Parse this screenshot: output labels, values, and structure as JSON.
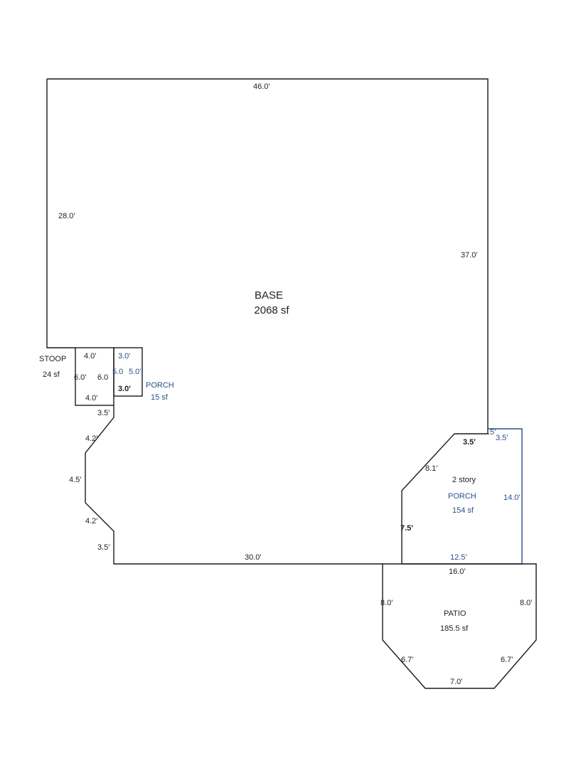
{
  "colors": {
    "black_line": "#1a1a1a",
    "blue_line": "#2a4f8a",
    "text": "#222222",
    "background": "#ffffff"
  },
  "areas": {
    "base": {
      "name": "BASE",
      "sf": "2068 sf"
    },
    "stoop": {
      "name": "STOOP",
      "sf": "24 sf"
    },
    "porch_small": {
      "name": "PORCH",
      "sf": "15 sf"
    },
    "porch_2story": {
      "story": "2 story",
      "name": "PORCH",
      "sf": "154 sf"
    },
    "patio": {
      "name": "PATIO",
      "sf": "185.5 sf"
    }
  },
  "dimensions": {
    "base_top": "46.0'",
    "base_left": "28.0'",
    "base_right": "37.0'",
    "base_bottom": "30.0'",
    "stoop_top": "4.0'",
    "stoop_left": "6.0'",
    "stoop_right": "6.0",
    "stoop_bottom": "4.0'",
    "porch_small_top": "3.0'",
    "porch_small_left": "5.0",
    "porch_small_right": "5.0'",
    "porch_small_bottom": "3.0'",
    "left_seg_1": "3.5'",
    "left_seg_2": "4.2'",
    "left_seg_3": "4.5'",
    "left_seg_4": "4.2'",
    "left_seg_5": "3.5'",
    "porch2_top": "3.5'",
    "porch2_corner": ".5'",
    "porch2_top_right": "3.5'",
    "porch2_diag": "8.1'",
    "porch2_left": "7.5'",
    "porch2_right": "14.0'",
    "porch2_bottom": "12.5'",
    "patio_top": "16.0'",
    "patio_left": "8.0'",
    "patio_right": "8.0'",
    "patio_diag_left": "6.7'",
    "patio_diag_right": "6.7'",
    "patio_bottom": "7.0'"
  }
}
